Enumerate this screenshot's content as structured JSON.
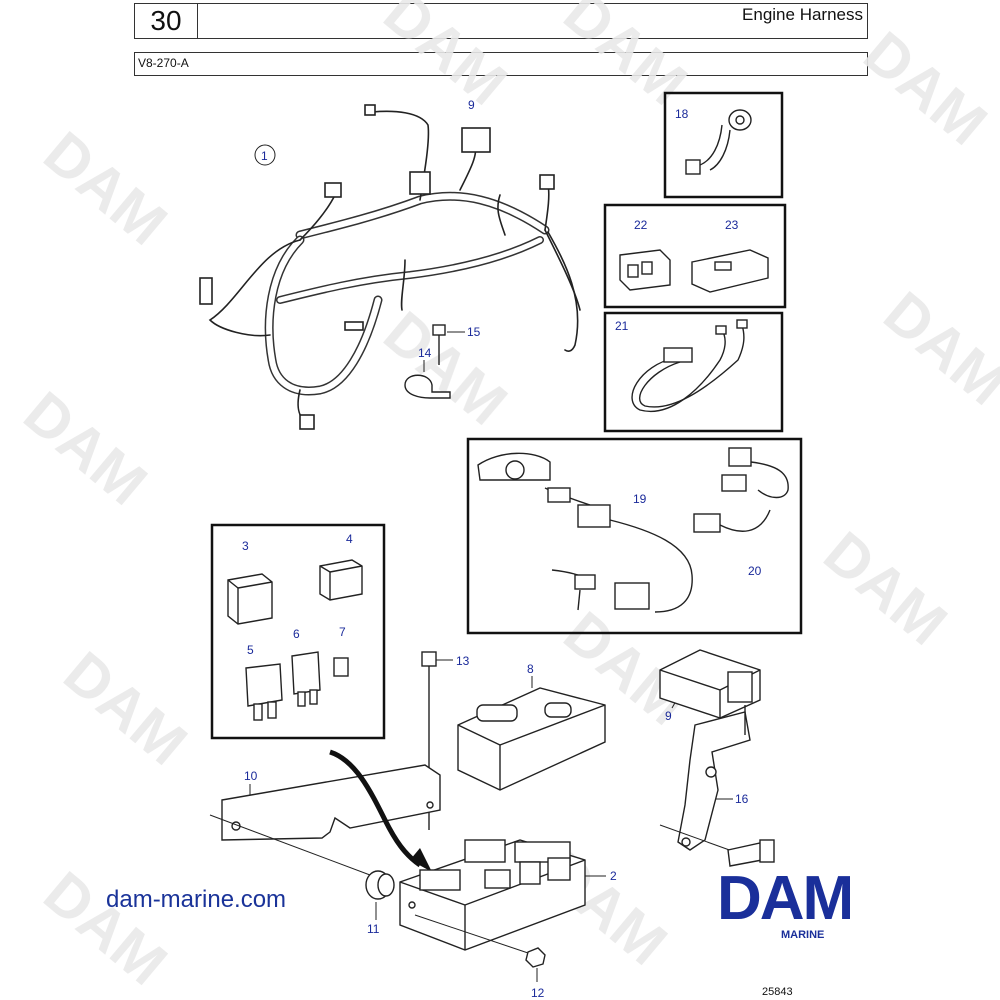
{
  "header": {
    "section_number": "30",
    "title": "Engine Harness",
    "code": "V8-270-A"
  },
  "callouts": {
    "c1": "1",
    "c2": "2",
    "c3": "3",
    "c4": "4",
    "c5": "5",
    "c6": "6",
    "c7": "7",
    "c8": "8",
    "c9a": "9",
    "c9b": "9",
    "c10": "10",
    "c11": "11",
    "c12": "12",
    "c13": "13",
    "c14": "14",
    "c15": "15",
    "c16": "16",
    "c18": "18",
    "c19": "19",
    "c20": "20",
    "c21": "21",
    "c22": "22",
    "c23": "23"
  },
  "footer": {
    "website": "dam-marine.com",
    "brand_name": "DAM",
    "brand_sub": "MARINE",
    "reference_number": "25843"
  },
  "watermark": "DAM",
  "colors": {
    "callout": "#1a2a9a",
    "brand": "#1a2f9a",
    "line": "#222222"
  }
}
